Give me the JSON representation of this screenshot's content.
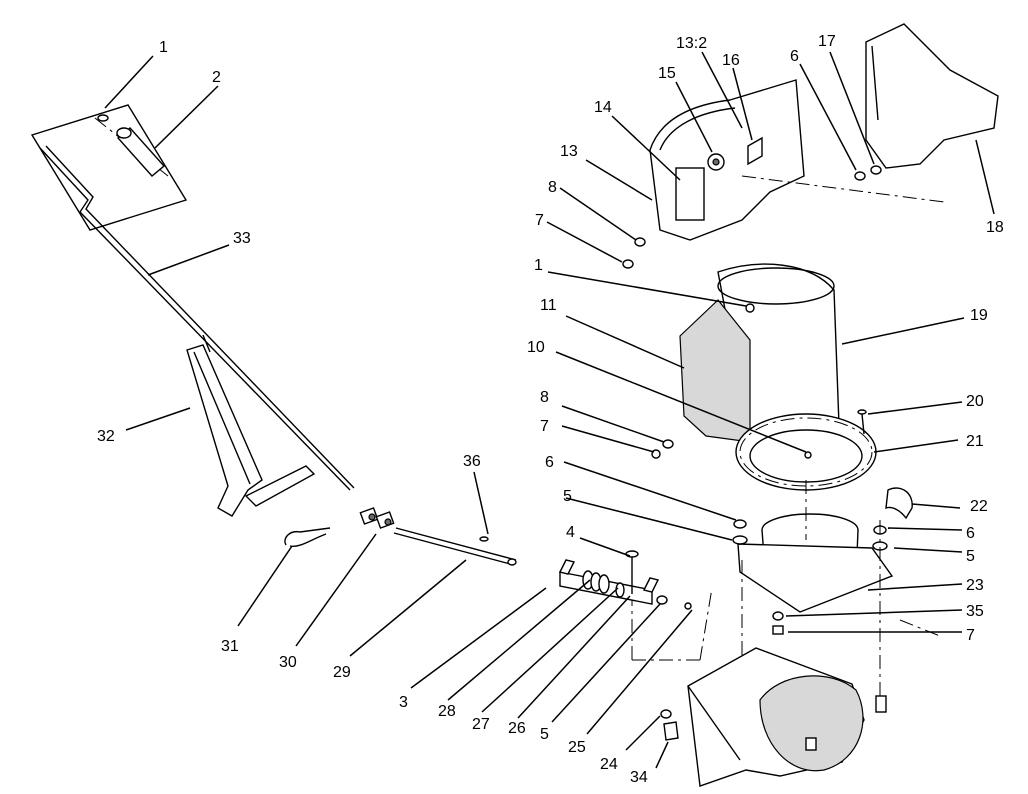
{
  "diagram": {
    "type": "exploded-parts-diagram",
    "callouts": [
      {
        "id": "c1a",
        "text": "1"
      },
      {
        "id": "c2",
        "text": "2"
      },
      {
        "id": "c33",
        "text": "33"
      },
      {
        "id": "c32",
        "text": "32"
      },
      {
        "id": "c31",
        "text": "31"
      },
      {
        "id": "c30",
        "text": "30"
      },
      {
        "id": "c29",
        "text": "29"
      },
      {
        "id": "c36",
        "text": "36"
      },
      {
        "id": "c3",
        "text": "3"
      },
      {
        "id": "c28",
        "text": "28"
      },
      {
        "id": "c27",
        "text": "27"
      },
      {
        "id": "c26",
        "text": "26"
      },
      {
        "id": "c5b",
        "text": "5"
      },
      {
        "id": "c25",
        "text": "25"
      },
      {
        "id": "c4",
        "text": "4"
      },
      {
        "id": "c24",
        "text": "24"
      },
      {
        "id": "c34",
        "text": "34"
      },
      {
        "id": "c132",
        "text": "13:2"
      },
      {
        "id": "c16",
        "text": "16"
      },
      {
        "id": "c15",
        "text": "15"
      },
      {
        "id": "c14",
        "text": "14"
      },
      {
        "id": "c13",
        "text": "13"
      },
      {
        "id": "c8a",
        "text": "8"
      },
      {
        "id": "c7a",
        "text": "7"
      },
      {
        "id": "c6a",
        "text": "6"
      },
      {
        "id": "c17",
        "text": "17"
      },
      {
        "id": "c18",
        "text": "18"
      },
      {
        "id": "c1b",
        "text": "1"
      },
      {
        "id": "c11",
        "text": "11"
      },
      {
        "id": "c10",
        "text": "10"
      },
      {
        "id": "c19",
        "text": "19"
      },
      {
        "id": "c8b",
        "text": "8"
      },
      {
        "id": "c7b",
        "text": "7"
      },
      {
        "id": "c6b",
        "text": "6"
      },
      {
        "id": "c20",
        "text": "20"
      },
      {
        "id": "c21",
        "text": "21"
      },
      {
        "id": "c5a",
        "text": "5"
      },
      {
        "id": "c22",
        "text": "22"
      },
      {
        "id": "c6c",
        "text": "6"
      },
      {
        "id": "c5c",
        "text": "5"
      },
      {
        "id": "c23",
        "text": "23"
      },
      {
        "id": "c35",
        "text": "35"
      },
      {
        "id": "c7c",
        "text": "7"
      }
    ]
  }
}
